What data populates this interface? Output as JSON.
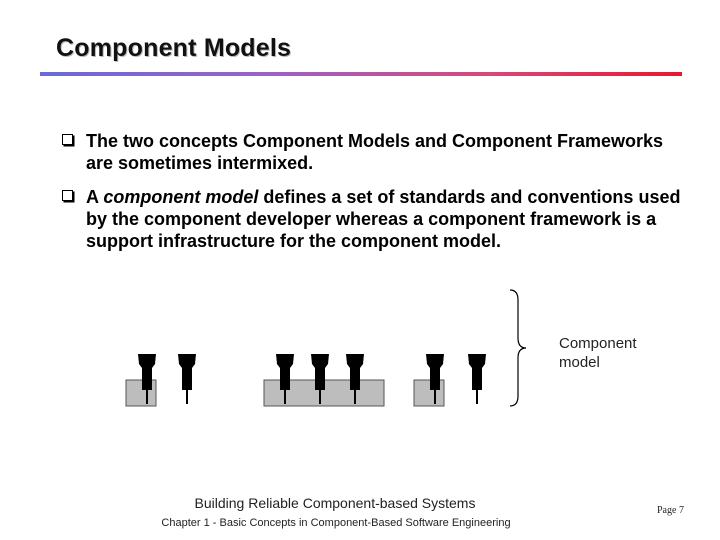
{
  "slide": {
    "title": "Component Models",
    "bullets": [
      {
        "text": "The two concepts Component Models and Component Frameworks are sometimes intermixed."
      },
      {
        "prefix": "A ",
        "emphasis": "component model",
        "suffix": " defines a set of standards and conventions used by the component developer whereas a component framework is a support infrastructure for the component model."
      }
    ],
    "diagram": {
      "brace_label": "Component model"
    },
    "footer": {
      "book": "Building Reliable Component-based Systems",
      "chapter": "Chapter 1 -  Basic Concepts in Component-Based Software Engineering",
      "page": "Page 7"
    }
  },
  "colors": {
    "rule_start": "#6a6ad8",
    "rule_end": "#e8182e",
    "box_fill": "#bdbdbd",
    "component": "#000000"
  },
  "icons": [
    "checkbox-bullet-icon",
    "curly-brace-icon"
  ]
}
